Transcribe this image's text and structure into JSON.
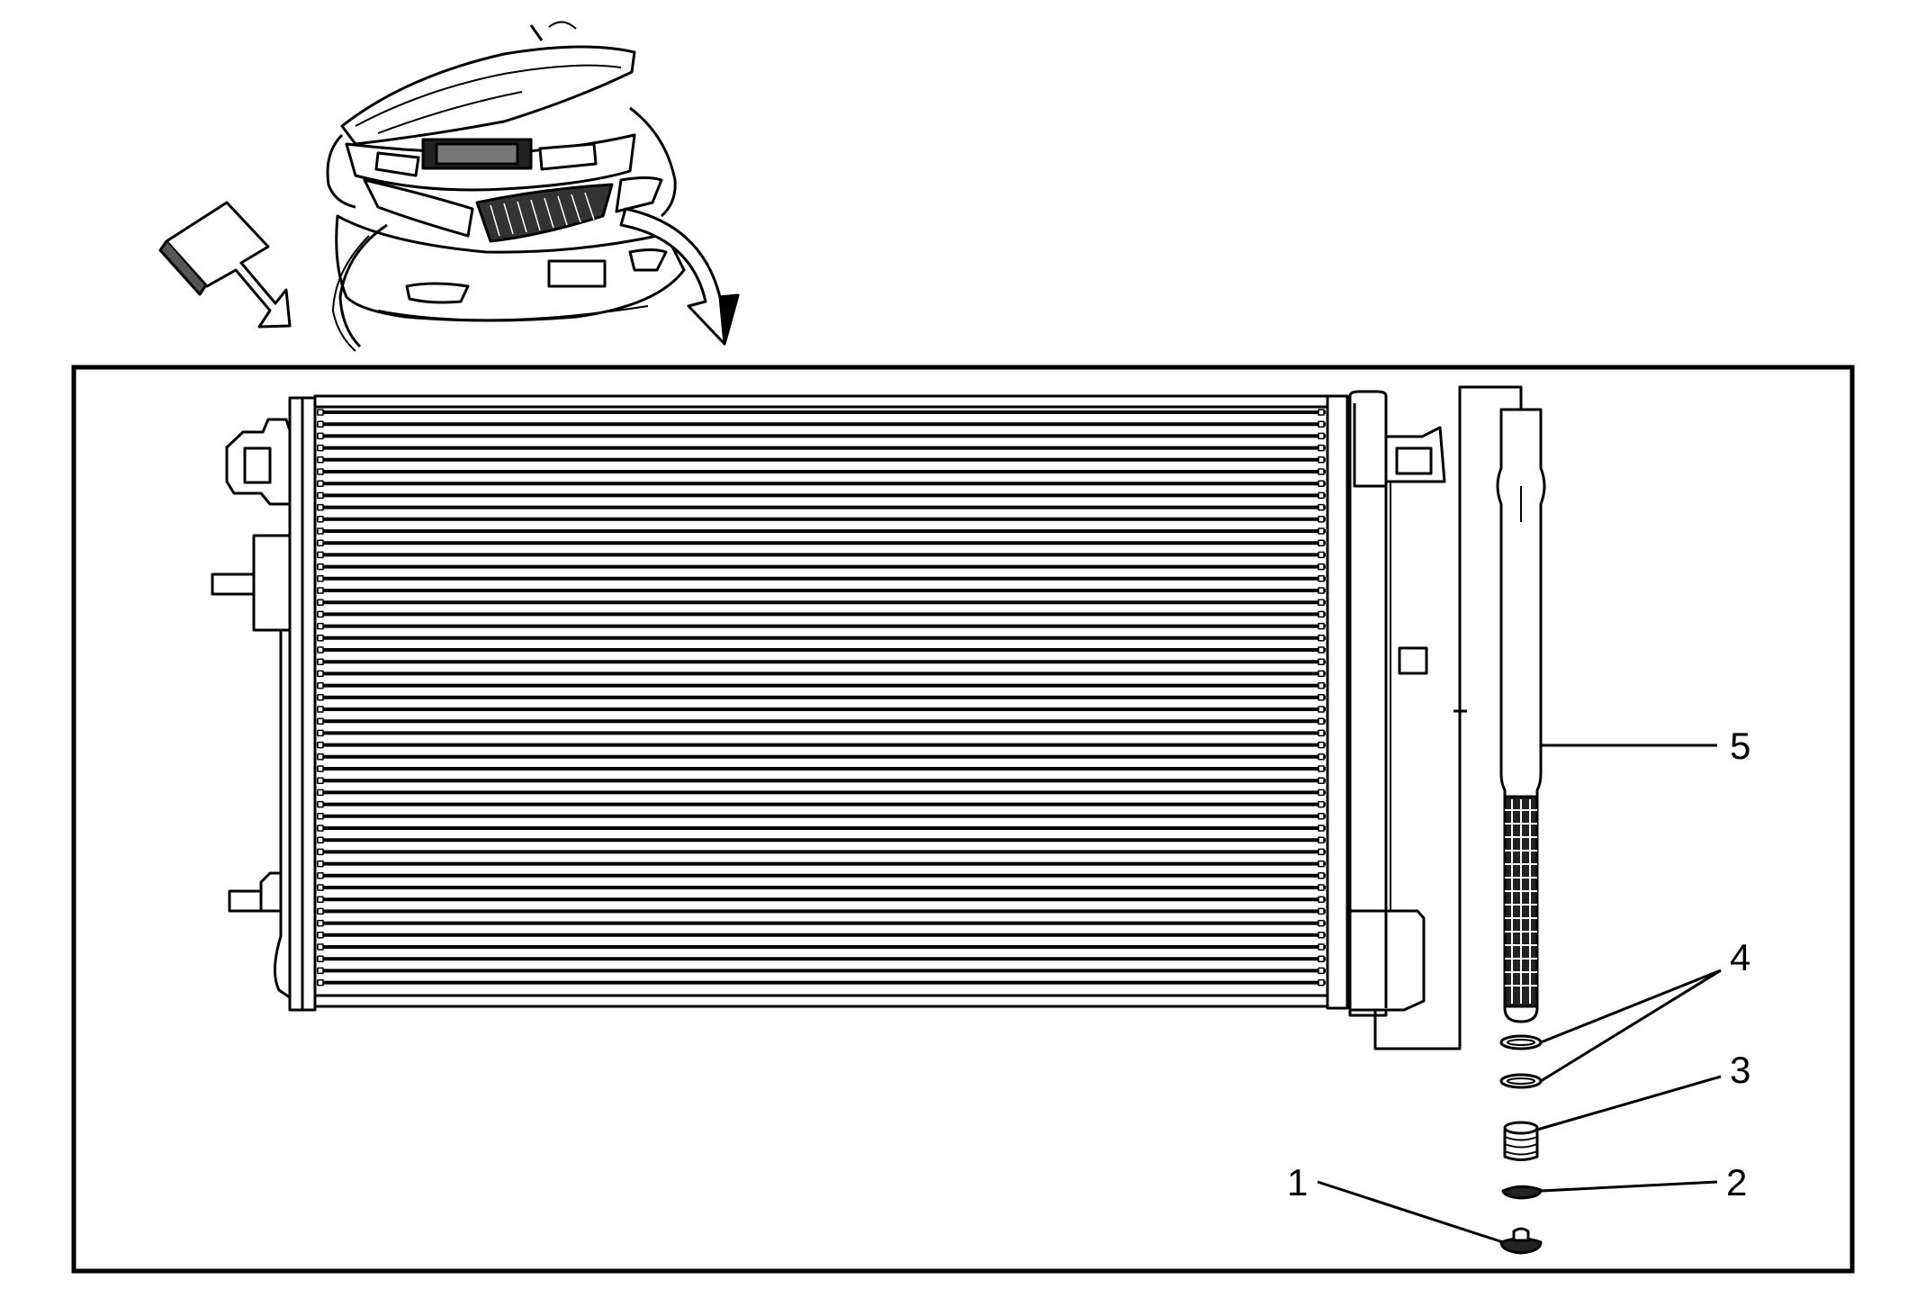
{
  "diagram": {
    "callouts": [
      {
        "id": 1,
        "label": "1"
      },
      {
        "id": 2,
        "label": "2"
      },
      {
        "id": 3,
        "label": "3"
      },
      {
        "id": 4,
        "label": "4"
      },
      {
        "id": 5,
        "label": "5"
      }
    ],
    "colors": {
      "line": "#000000",
      "background": "#ffffff"
    }
  }
}
